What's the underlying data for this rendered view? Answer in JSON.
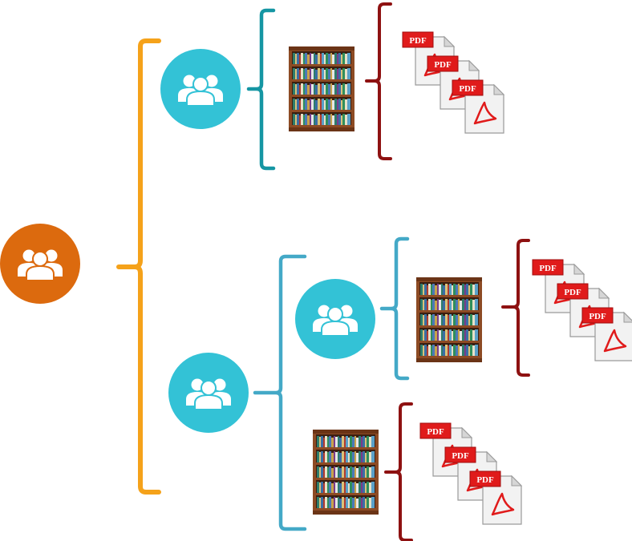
{
  "colors": {
    "root_circle": "#dc6a0e",
    "group_circle": "#33c2d6",
    "root_bracket": "#f5a21a",
    "top_bracket": "#1596a3",
    "lower_bracket": "#44a9c7",
    "pdf_bracket": "#8e1111",
    "shelf_wood": "#8d4b24",
    "pdf_red": "#e01b1b"
  },
  "icons": {
    "group": "people-group-icon",
    "library": "bookshelf-icon",
    "document": "pdf-document-icon"
  },
  "pdf_badge": "PDF",
  "tree": {
    "root": "group",
    "children": [
      {
        "node": "group",
        "children": [
          {
            "node": "bookshelf",
            "documents": 3
          }
        ]
      },
      {
        "node": "group",
        "children": [
          {
            "node": "group",
            "children": [
              {
                "node": "bookshelf",
                "documents": 3
              }
            ]
          },
          {
            "node": "bookshelf",
            "documents": 3
          }
        ]
      }
    ]
  }
}
